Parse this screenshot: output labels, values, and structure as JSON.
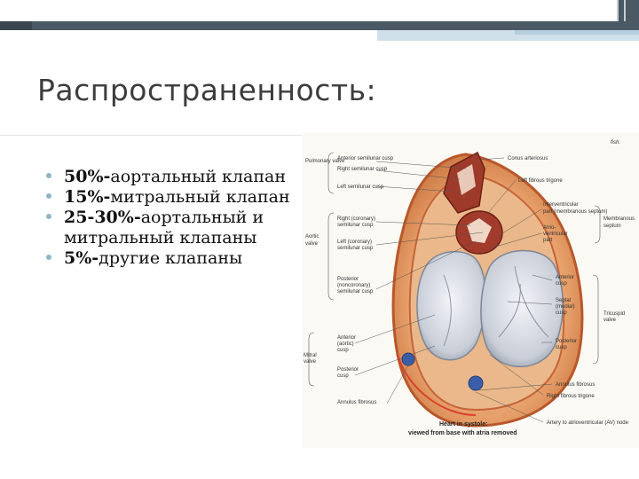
{
  "slide": {
    "title": "Распространенность:",
    "bullets": [
      {
        "bold": "50%-",
        "text": "аортальный клапан"
      },
      {
        "bold": "15%-",
        "text": "митральный клапан"
      },
      {
        "bold": "25-30%-",
        "text": "аортальный и митральный клапаны"
      },
      {
        "bold": "5%-",
        "text": "другие клапаны"
      }
    ]
  },
  "figure": {
    "signature": "fish.",
    "labels": {
      "pulmonary_valve": "Pulmonary valve",
      "anterior_semilunar_cusp": "Anterior semilunar cusp",
      "right_semilunar_cusp": "Right semilunar cusp",
      "left_semilunar_cusp": "Left semilunar cusp",
      "conus_arteriosus": "Conus arteriosus",
      "left_fibrous_trigone": "Left fibrous trigone",
      "interventricular": "Interventricular",
      "part_membranous_septum": "part (membranous septum)",
      "membranous_septum_1": "Membranous",
      "membranous_septum_2": "septum",
      "aortic_valve_1": "Aortic",
      "aortic_valve_2": "valve",
      "right_coronary_cusp_1": "Right (coronary)",
      "right_coronary_cusp_2": "semilunar cusp",
      "left_coronary_cusp_1": "Left (coronary)",
      "left_coronary_cusp_2": "semilunar cusp",
      "atrioventricular_1": "Atrio-",
      "atrioventricular_2": "ventricular",
      "atrioventricular_3": "part",
      "posterior_noncoronary_1": "Posterior",
      "posterior_noncoronary_2": "(noncoronary)",
      "posterior_noncoronary_3": "semilunar cusp",
      "anterior_cusp_r_1": "Anterior",
      "anterior_cusp_r_2": "cusp",
      "septal_cusp_1": "Septal",
      "septal_cusp_2": "(medial)",
      "septal_cusp_3": "cusp",
      "tricuspid_valve_1": "Tricuspid",
      "tricuspid_valve_2": "valve",
      "posterior_cusp_r_1": "Posterior",
      "posterior_cusp_r_2": "cusp",
      "anterior_aortic_cusp_1": "Anterior",
      "anterior_aortic_cusp_2": "(aortic)",
      "anterior_aortic_cusp_3": "cusp",
      "mitral_valve_1": "Mitral",
      "mitral_valve_2": "valve",
      "posterior_cusp_l_1": "Posterior",
      "posterior_cusp_l_2": "cusp",
      "annulus_fibrosus_left": "Annulus fibrosus",
      "annulus_fibrosus_right": "Annulus fibrosus",
      "right_fibrous_trigone": "Right fibrous trigone",
      "av_node": "Artery to atrioventricular (AV) node"
    },
    "caption_line1": "Heart in systole:",
    "caption_line2": "viewed from base with atria removed"
  }
}
